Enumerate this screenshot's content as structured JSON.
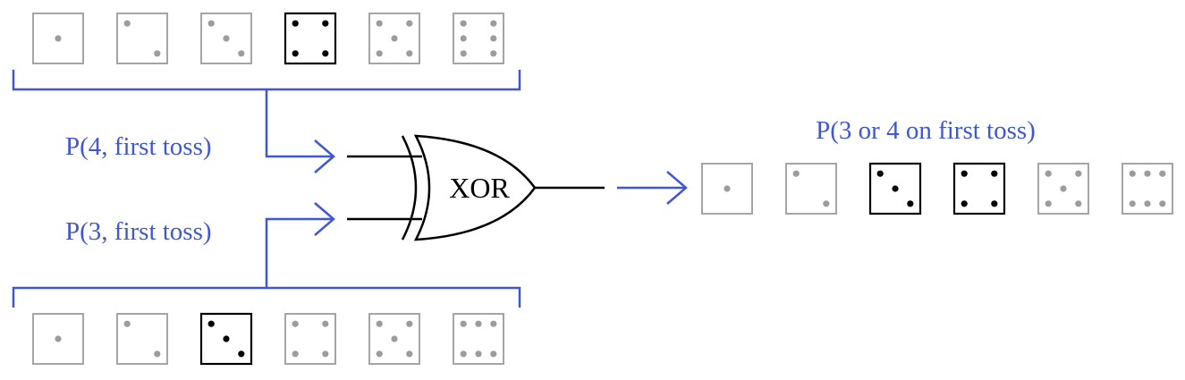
{
  "labels": {
    "top_input": "P(4, first toss)",
    "bottom_input": "P(3, first toss)",
    "output": "P(3 or 4 on first toss)"
  },
  "gate": {
    "label": "XOR"
  },
  "colors": {
    "accent": "#3f57d2",
    "inactive_die": "#9b9d9a",
    "active_die": "#000000"
  },
  "dice_rows": {
    "top": {
      "faces": [
        1,
        2,
        3,
        4,
        5,
        6
      ],
      "highlighted": [
        4
      ]
    },
    "bottom": {
      "faces": [
        1,
        2,
        3,
        4,
        5,
        6
      ],
      "highlighted": [
        3
      ]
    },
    "output": {
      "faces": [
        1,
        2,
        3,
        4,
        5,
        6
      ],
      "highlighted": [
        3,
        4
      ]
    }
  }
}
